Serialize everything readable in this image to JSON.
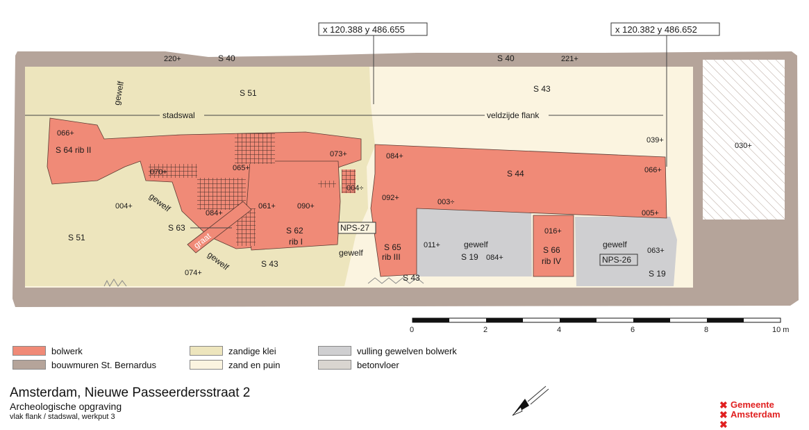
{
  "map": {
    "coords": [
      {
        "label": "x 120.388  y 486.655"
      },
      {
        "label": "x 120.382  y 486.652"
      }
    ],
    "labels": {
      "n220": "220+",
      "s40a": "S 40",
      "s40b": "S 40",
      "n221": "221+",
      "s51top": "S 51",
      "s43top": "S 43",
      "gewelf_top": "gewelf",
      "stadswal": "stadswal",
      "veldzijde": "veldzijde flank",
      "n066a": "066+",
      "s64": "S 64 rib II",
      "n070": "070+",
      "n065": "065+",
      "n073": "073+",
      "n004a": "004÷",
      "n084a": "084+",
      "n039": "039+",
      "n030": "030+",
      "s44": "S 44",
      "n066b": "066+",
      "n092": "092+",
      "n003": "003÷",
      "n005": "005+",
      "n004b": "004+",
      "gewelf_left": "gewelf",
      "n084b": "084+",
      "n061": "061+",
      "n090": "090+",
      "s63": "S 63",
      "s51left": "S 51",
      "graat": "graat",
      "s62": "S 62",
      "rib1": "rib I",
      "nps27": "NPS-27",
      "gewelf_mid": "gewelf",
      "s65": "S 65",
      "rib3": "rib III",
      "n011": "011+",
      "gewelf_a": "gewelf",
      "s19a": "S 19",
      "n084c": "084+",
      "n016": "016+",
      "s66": "S 66",
      "rib4": "rib IV",
      "gewelf_b": "gewelf",
      "nps26": "NPS-26",
      "n063": "063+",
      "s19b": "S 19",
      "n074": "074+",
      "gewelf_low": "gewelf",
      "s43mid": "S 43",
      "s43low": "S 43"
    },
    "scale": {
      "ticks": [
        "0",
        "2",
        "4",
        "6",
        "8",
        "10 m"
      ]
    }
  },
  "legend": {
    "items": [
      {
        "label": "bolwerk",
        "color": "#f08a77"
      },
      {
        "label": "bouwmuren St. Bernardus",
        "color": "#b5a49a"
      },
      {
        "label": "zandige klei",
        "color": "#ede5bd"
      },
      {
        "label": "zand en puin",
        "color": "#fbf4e0"
      },
      {
        "label": "vulling gewelven bolwerk",
        "color": "#cfcfd1"
      },
      {
        "label": "betonvloer",
        "color": "#d9d5d0"
      }
    ]
  },
  "title": {
    "main": "Amsterdam, Nieuwe Passeerdersstraat 2",
    "sub": "Archeologische opgraving",
    "sub2": "vlak flank / stadswal, werkput 3"
  },
  "logo": {
    "line1": "Gemeente",
    "line2": "Amsterdam"
  },
  "colors": {
    "bolwerk": "#f08a77",
    "bouwmuren": "#b5a49a",
    "zandige_klei": "#ede5bd",
    "zand_puin": "#fbf4e0",
    "vulling": "#cfcfd1",
    "logo_red": "#e02020"
  }
}
